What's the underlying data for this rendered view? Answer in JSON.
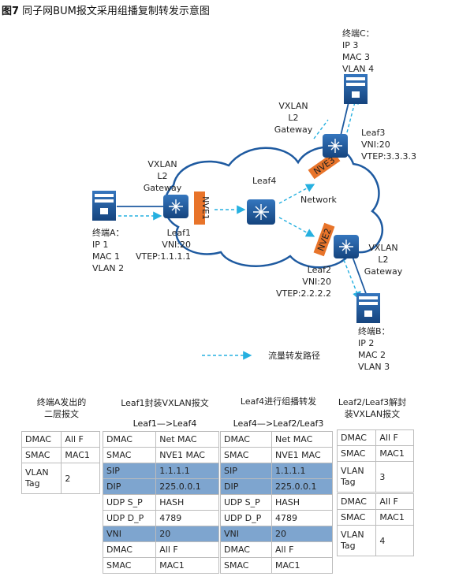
{
  "title": {
    "num": "图7",
    "text": " 同子网BUM报文采用组播复制转发示意图"
  },
  "terminals": {
    "A": {
      "name": "终端A：",
      "ip": "IP 1",
      "mac": "MAC 1",
      "vlan": "VLAN 2"
    },
    "B": {
      "name": "终端B：",
      "ip": "IP 2",
      "mac": "MAC 2",
      "vlan": "VLAN 3"
    },
    "C": {
      "name": "终端C：",
      "ip": "IP 3",
      "mac": "MAC 3",
      "vlan": "VLAN 4"
    }
  },
  "leaf1": {
    "name": "Leaf1",
    "vni": "VNI:20",
    "vtep": "VTEP:1.1.1.1"
  },
  "leaf2": {
    "name": "Leaf2",
    "vni": "VNI:20",
    "vtep": "VTEP:2.2.2.2"
  },
  "leaf3": {
    "name": "Leaf3",
    "vni": "VNI:20",
    "vtep": "VTEP:3.3.3.3"
  },
  "leaf4": {
    "name": "Leaf4"
  },
  "gateway": {
    "l1": "VXLAN",
    "l2": "L2",
    "l3": "Gateway"
  },
  "network_label": "Network",
  "nve": {
    "nve1": "NVE1",
    "nve2": "NVE2",
    "nve3": "NVE3"
  },
  "legend": {
    "label": "流量转发路径"
  },
  "colors": {
    "device": "#1e5aa0",
    "nve": "#e8742a",
    "arrow": "#26b0e0",
    "highlight": "#7ea5cf"
  },
  "headers": {
    "col1": "终端A发出的\n二层报文",
    "col2": "Leaf1封装VXLAN报文",
    "col2_sub": "Leaf1—>Leaf4",
    "col3": "Leaf4进行组播转发",
    "col3_sub": "Leaf4—>Leaf2/Leaf3",
    "col4": "Leaf2/Leaf3解封\n装VXLAN报文"
  },
  "tables": {
    "t1": [
      [
        "DMAC",
        "All F"
      ],
      [
        "SMAC",
        "MAC1"
      ],
      [
        "VLAN\nTag",
        "2"
      ]
    ],
    "t2": [
      [
        "DMAC",
        "Net MAC"
      ],
      [
        "SMAC",
        "NVE1 MAC"
      ],
      [
        "SIP",
        "1.1.1.1"
      ],
      [
        "DIP",
        "225.0.0.1"
      ],
      [
        "UDP S_P",
        "HASH"
      ],
      [
        "UDP D_P",
        "4789"
      ],
      [
        "VNI",
        "20"
      ],
      [
        "DMAC",
        "All F"
      ],
      [
        "SMAC",
        "MAC1"
      ]
    ],
    "t3": [
      [
        "DMAC",
        "Net MAC"
      ],
      [
        "SMAC",
        "NVE1 MAC"
      ],
      [
        "SIP",
        "1.1.1.1"
      ],
      [
        "DIP",
        "225.0.0.1"
      ],
      [
        "UDP S_P",
        "HASH"
      ],
      [
        "UDP D_P",
        "4789"
      ],
      [
        "VNI",
        "20"
      ],
      [
        "DMAC",
        "All F"
      ],
      [
        "SMAC",
        "MAC1"
      ]
    ],
    "t4a": [
      [
        "DMAC",
        "All F"
      ],
      [
        "SMAC",
        "MAC1"
      ],
      [
        "VLAN\nTag",
        "3"
      ]
    ],
    "t4b": [
      [
        "DMAC",
        "All F"
      ],
      [
        "SMAC",
        "MAC1"
      ],
      [
        "VLAN\nTag",
        "4"
      ]
    ]
  },
  "highlight_rows": [
    "SIP",
    "DIP",
    "VNI"
  ]
}
